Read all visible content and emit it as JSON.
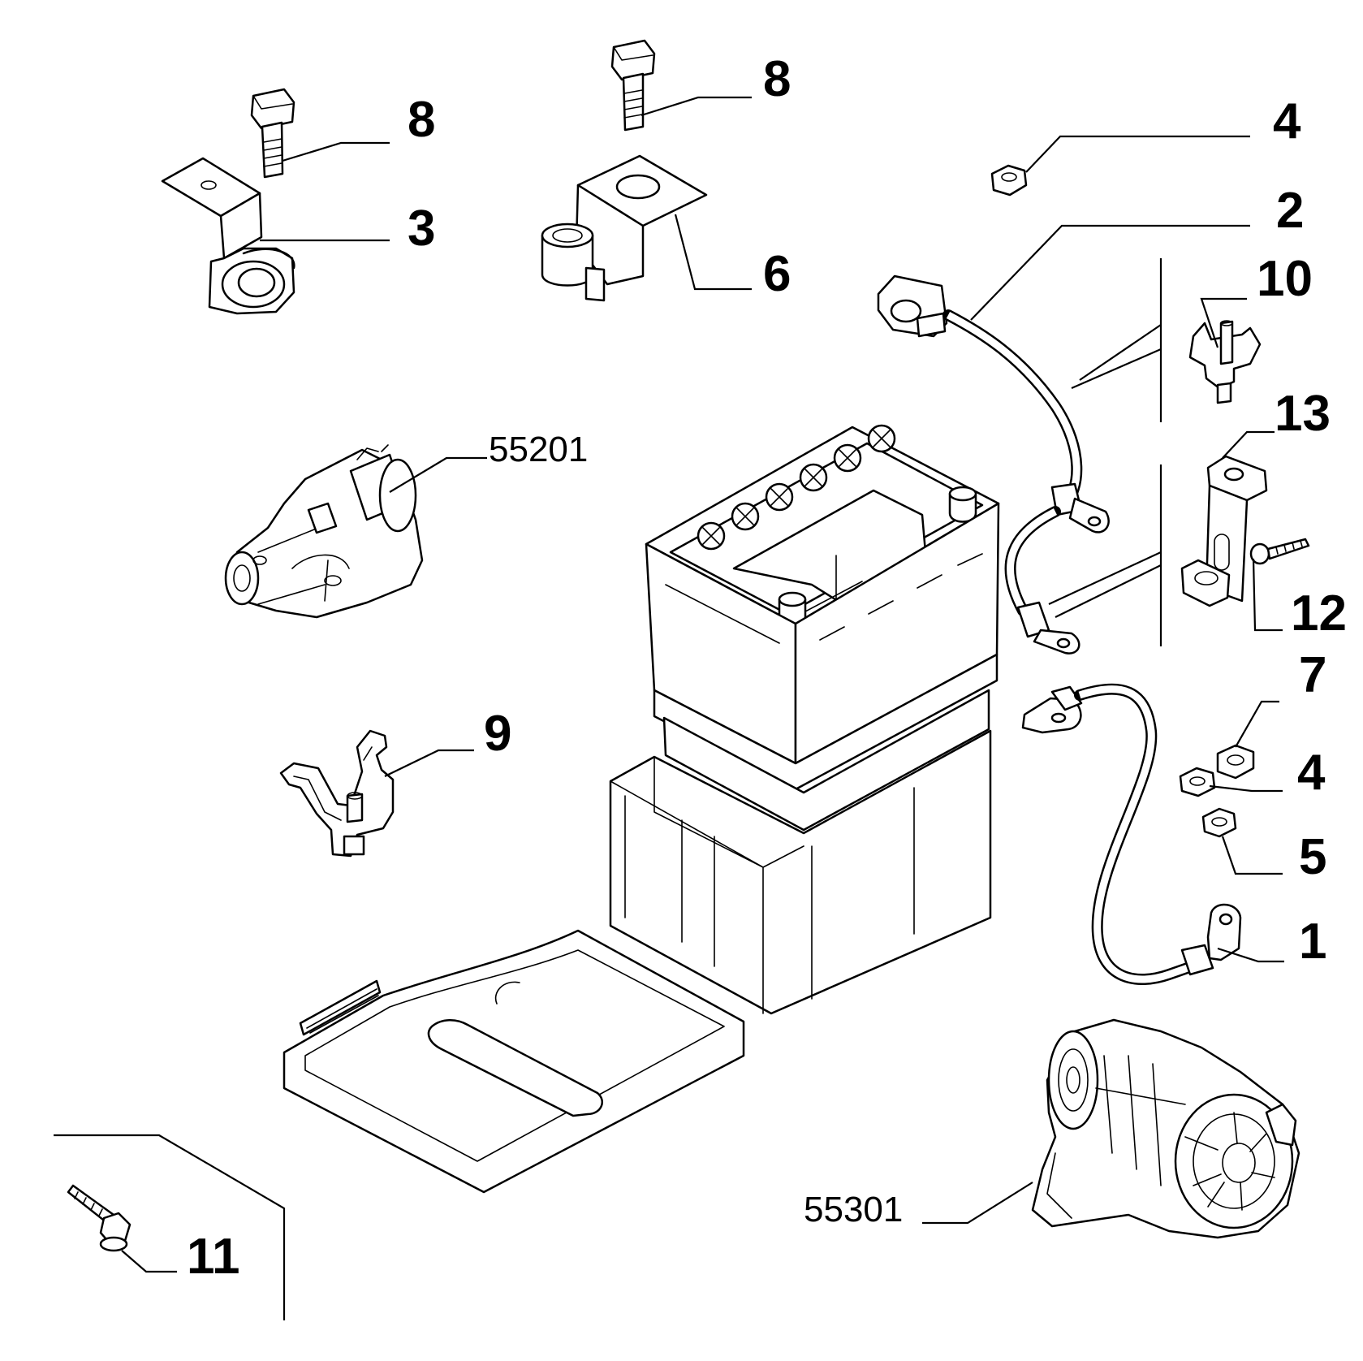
{
  "callouts": {
    "c8a": "8",
    "c8b": "8",
    "c3": "3",
    "c6": "6",
    "c4a": "4",
    "c2": "2",
    "c10": "10",
    "c13": "13",
    "c12": "12",
    "c7": "7",
    "c4b": "4",
    "c5": "5",
    "c1": "1",
    "c9": "9",
    "c11": "11",
    "c55201": "55201",
    "c55301": "55301"
  }
}
